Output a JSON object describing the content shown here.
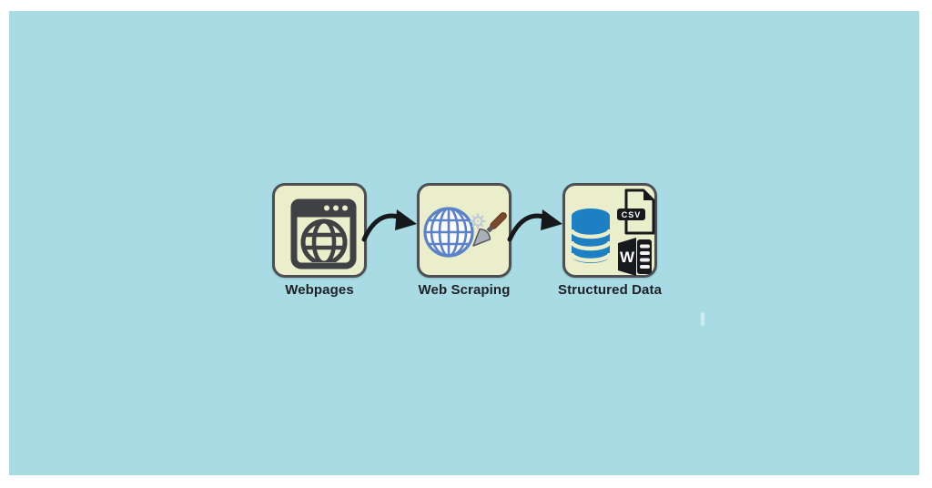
{
  "page": {
    "background_color": "#ffffff",
    "canvas_color": "#a8dbe3"
  },
  "diagram": {
    "nodes": [
      {
        "id": "webpages",
        "label": "Webpages",
        "icon": "browser-window-globe-icon"
      },
      {
        "id": "web-scraping",
        "label": "Web Scraping",
        "icon": "globe-gear-scraper-icon"
      },
      {
        "id": "structured-data",
        "label": "Structured Data",
        "icon": "database-csv-word-icon",
        "file_badges": {
          "csv": "CSV",
          "word": "W"
        }
      }
    ],
    "connections": [
      {
        "from": "webpages",
        "to": "web-scraping"
      },
      {
        "from": "web-scraping",
        "to": "structured-data"
      }
    ],
    "colors": {
      "node_fill": "#eaeeca",
      "node_border": "#4d4f53",
      "arrow": "#16181b",
      "dark_icon": "#3f4145",
      "globe_blue": "#5b82c8",
      "database_blue": "#1c80c3",
      "gear_gray": "#c4cbd8",
      "trowel_handle_brown": "#7b4a2b",
      "trowel_blade_gray": "#a9afb8",
      "label_text": "#1d2126"
    }
  }
}
